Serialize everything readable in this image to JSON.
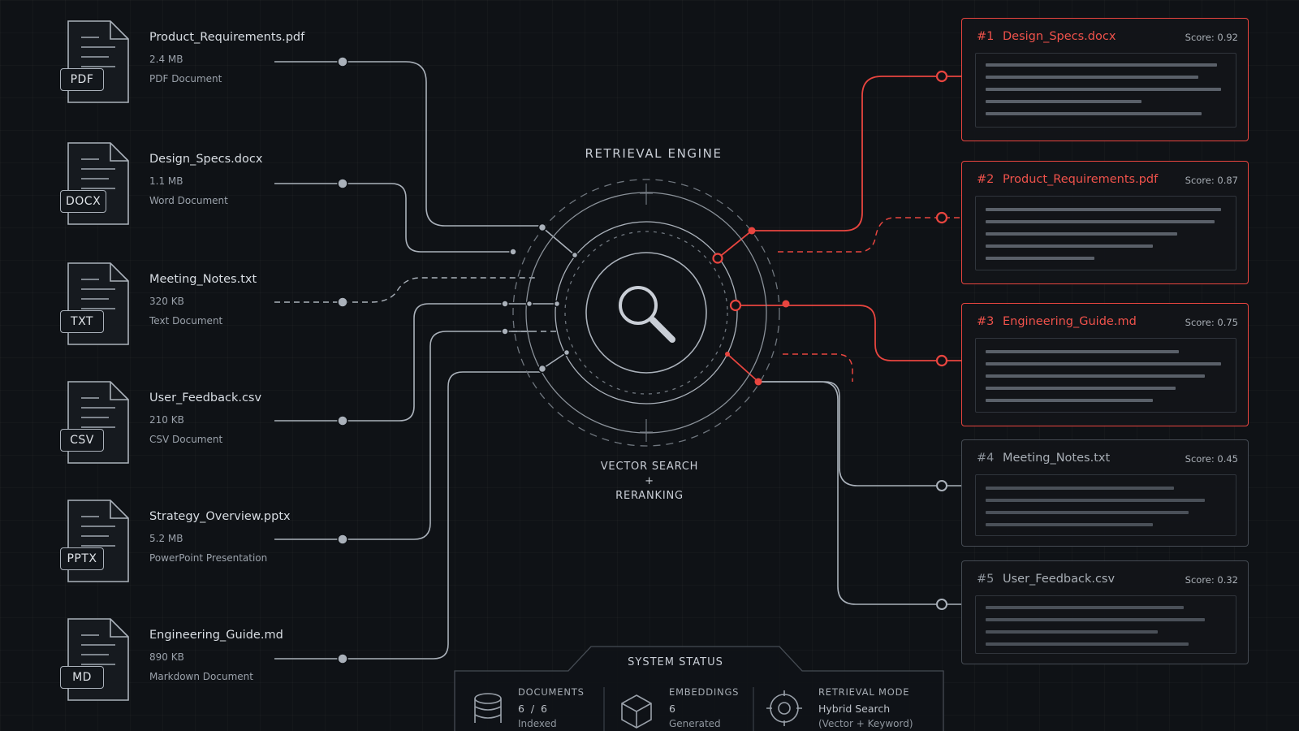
{
  "documents": [
    {
      "name": "Product_Requirements.pdf",
      "size": "2.4 MB",
      "type": "PDF Document",
      "ext": "PDF"
    },
    {
      "name": "Design_Specs.docx",
      "size": "1.1 MB",
      "type": "Word Document",
      "ext": "DOCX"
    },
    {
      "name": "Meeting_Notes.txt",
      "size": "320 KB",
      "type": "Text Document",
      "ext": "TXT"
    },
    {
      "name": "User_Feedback.csv",
      "size": "210 KB",
      "type": "CSV Document",
      "ext": "CSV"
    },
    {
      "name": "Strategy_Overview.pptx",
      "size": "5.2 MB",
      "type": "PowerPoint Presentation",
      "ext": "PPTX"
    },
    {
      "name": "Engineering_Guide.md",
      "size": "890 KB",
      "type": "Markdown Document",
      "ext": "MD"
    }
  ],
  "engine": {
    "title": "RETRIEVAL ENGINE",
    "subtitle_line1": "VECTOR SEARCH",
    "subtitle_line2": "+",
    "subtitle_line3": "RERANKING",
    "icon": "magnifier-icon"
  },
  "results": [
    {
      "rank": "#1",
      "name": "Design_Specs.docx",
      "score": "Score: 0.92",
      "highlighted": true
    },
    {
      "rank": "#2",
      "name": "Product_Requirements.pdf",
      "score": "Score: 0.87",
      "highlighted": true
    },
    {
      "rank": "#3",
      "name": "Engineering_Guide.md",
      "score": "Score: 0.75",
      "highlighted": true
    },
    {
      "rank": "#4",
      "name": "Meeting_Notes.txt",
      "score": "Score: 0.45",
      "highlighted": false
    },
    {
      "rank": "#5",
      "name": "User_Feedback.csv",
      "score": "Score: 0.32",
      "highlighted": false
    }
  ],
  "status": {
    "title": "SYSTEM STATUS",
    "documents": {
      "label": "DOCUMENTS",
      "value": "6  /  6",
      "note": "Indexed",
      "icon": "database-icon"
    },
    "embeddings": {
      "label": "EMBEDDINGS",
      "value": "6",
      "note": "Generated",
      "icon": "cube-icon"
    },
    "retrieval_mode": {
      "label": "RETRIEVAL MODE",
      "value": "Hybrid Search",
      "note": "(Vector + Keyword)",
      "icon": "target-icon"
    }
  },
  "colors": {
    "background": "#0f1216",
    "accent": "#e8453f",
    "line": "#aab1ba",
    "muted_border": "#454b53"
  }
}
